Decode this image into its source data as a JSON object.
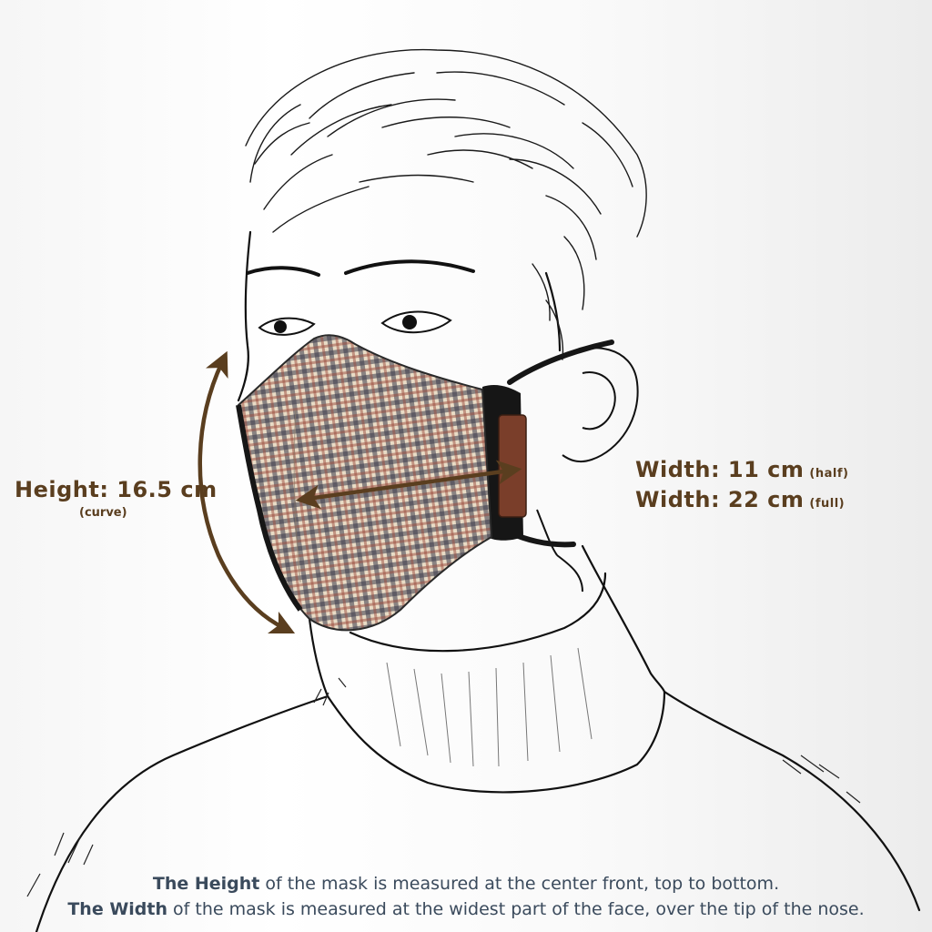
{
  "labels": {
    "height": {
      "main": "Height: 16.5 cm",
      "sub": "(curve)"
    },
    "width_half": {
      "main": "Width: 11 cm",
      "sub": "(half)"
    },
    "width_full": {
      "main": "Width: 22 cm",
      "sub": "(full)"
    }
  },
  "captions": {
    "line1": {
      "bold": "The Height",
      "rest": " of the mask is measured at the center front, top to bottom."
    },
    "line2": {
      "bold": "The Width",
      "rest": " of the mask is measured at the widest part of the face, over the tip of the nose."
    }
  },
  "colors": {
    "arrow": "#5a3e1f",
    "label": "#5a3e1f",
    "caption": "#3a4a5c",
    "mask_base": "#e9dcc6",
    "mask_check_dark": "#3a3a4a",
    "mask_check_red": "#9a4a3c",
    "strap": "#161616",
    "leather_tag": "#7a3e2a"
  },
  "icons": {
    "height_arrow": "curved-double-arrow-icon",
    "width_arrow": "double-arrow-icon"
  }
}
